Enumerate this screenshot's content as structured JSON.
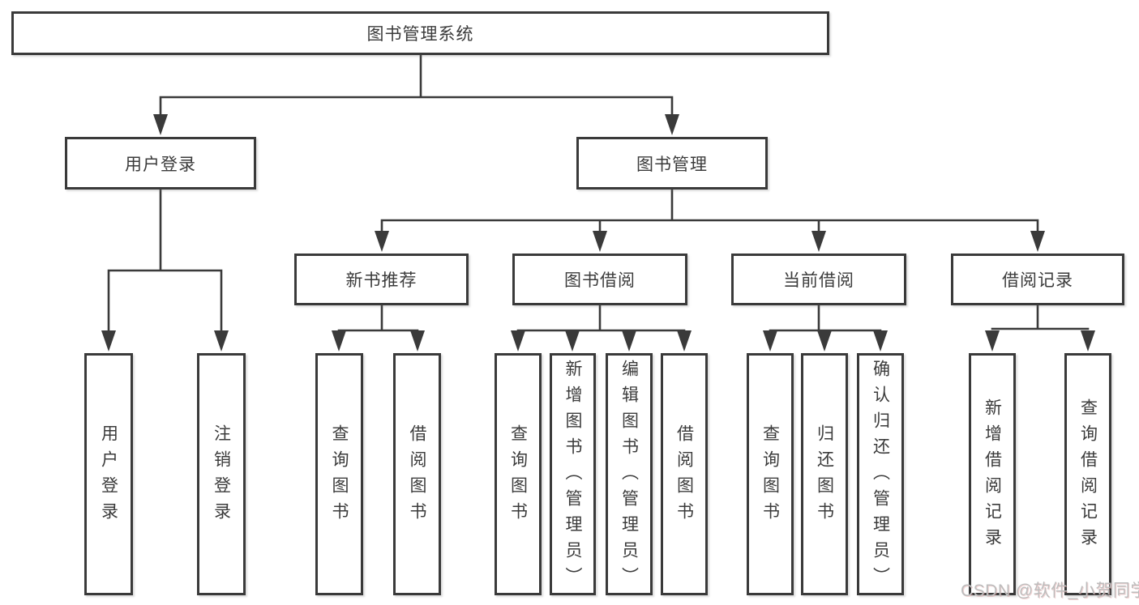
{
  "colors": {
    "line": "#3a3a3a",
    "box_border": "#3a3a3a",
    "box_fill": "#ffffff",
    "text": "#3b3b3b",
    "watermark": "#bdbdbd",
    "background": "#ffffff"
  },
  "diagram": {
    "root": {
      "label": "图书管理系统"
    },
    "level2": [
      {
        "label": "用户登录"
      },
      {
        "label": "图书管理"
      }
    ],
    "level3": [
      {
        "label": "新书推荐"
      },
      {
        "label": "图书借阅"
      },
      {
        "label": "当前借阅"
      },
      {
        "label": "借阅记录"
      }
    ],
    "leaves": {
      "user_login": [
        "用户登录",
        "注销登录"
      ],
      "new_book_recommend": [
        "查询图书",
        "借阅图书"
      ],
      "book_borrow": [
        "查询图书",
        "新增图书（管理员）",
        "编辑图书（管理员）",
        "借阅图书"
      ],
      "current_borrow": [
        "查询图书",
        "归还图书",
        "确认归还（管理员）"
      ],
      "borrow_record": [
        "新增借阅记录",
        "查询借阅记录"
      ]
    }
  },
  "watermark": {
    "text": "CSDN @软件_小贺同学"
  }
}
